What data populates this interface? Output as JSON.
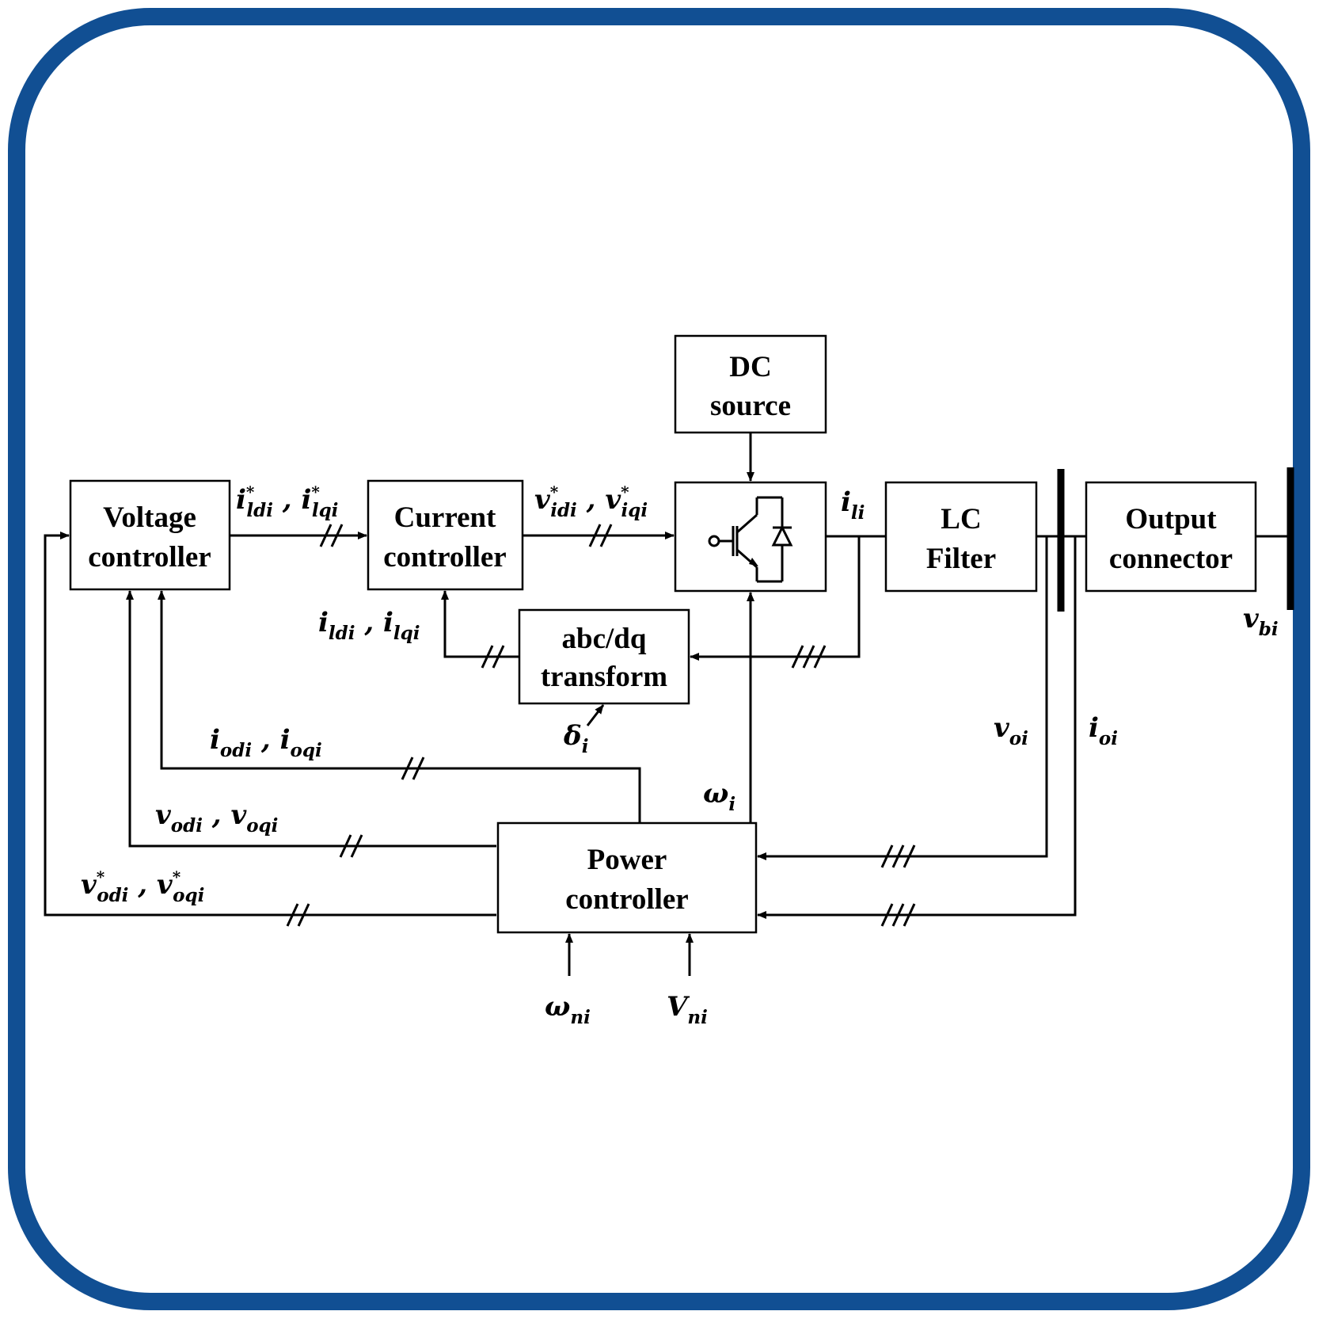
{
  "accent_color": "#114f93",
  "blocks": {
    "dc_source": [
      "DC",
      "source"
    ],
    "voltage_controller": [
      "Voltage",
      "controller"
    ],
    "current_controller": [
      "Current",
      "controller"
    ],
    "lc_filter": [
      "LC",
      "Filter"
    ],
    "output_connector": [
      "Output",
      "connector"
    ],
    "abc_dq": [
      "abc/dq",
      "transform"
    ],
    "power_controller": [
      "Power",
      "controller"
    ]
  },
  "signals": {
    "i_ref": {
      "a": "i",
      "a_sub": "ldi",
      "a_sup": "*",
      "sep": " , ",
      "b": "i",
      "b_sub": "lqi",
      "b_sup": "*"
    },
    "v_ref": {
      "a": "v",
      "a_sub": "idi",
      "a_sup": "*",
      "sep": " , ",
      "b": "v",
      "b_sub": "iqi",
      "b_sup": "*"
    },
    "i_li": {
      "a": "i",
      "a_sub": "li"
    },
    "v_bi": {
      "a": "v",
      "a_sub": "bi"
    },
    "i_l_meas": {
      "a": "i",
      "a_sub": "ldi",
      "sep": " , ",
      "b": "i",
      "b_sub": "lqi"
    },
    "i_o": {
      "a": "i",
      "a_sub": "odi",
      "sep": " , ",
      "b": "i",
      "b_sub": "oqi"
    },
    "v_o": {
      "a": "v",
      "a_sub": "odi",
      "sep": " , ",
      "b": "v",
      "b_sub": "oqi"
    },
    "v_o_ref": {
      "a": "v",
      "a_sub": "odi",
      "a_sup": "*",
      "sep": " , ",
      "b": "v",
      "b_sub": "oqi",
      "b_sup": "*"
    },
    "delta": {
      "a": "δ",
      "a_sub": "i"
    },
    "omega": {
      "a": "ω",
      "a_sub": "i"
    },
    "v_oi": {
      "a": "v",
      "a_sub": "oi"
    },
    "i_oi": {
      "a": "i",
      "a_sub": "oi"
    },
    "omega_n": {
      "a": "ω",
      "a_sub": "ni"
    },
    "V_n": {
      "a": "V",
      "a_sub": "ni"
    }
  }
}
